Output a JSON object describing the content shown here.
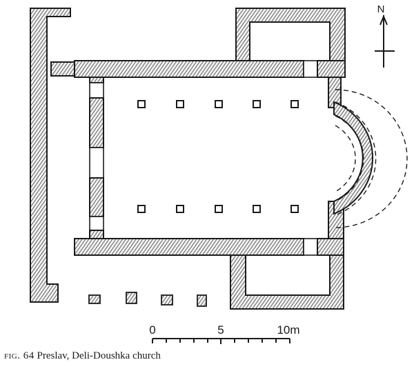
{
  "caption": {
    "fig_label": "fig. 64",
    "title": "Preslav, Deli-Doushka church"
  },
  "north": {
    "label": "N"
  },
  "scale_bar": {
    "ticks": [
      {
        "value": 0,
        "label": "0"
      },
      {
        "value": 5,
        "label": "5"
      },
      {
        "value": 10,
        "label": "10m"
      }
    ],
    "unit": "m"
  },
  "plan": {
    "piers_per_row": 5,
    "pier_rows": 2,
    "narthex_footings": 4
  }
}
